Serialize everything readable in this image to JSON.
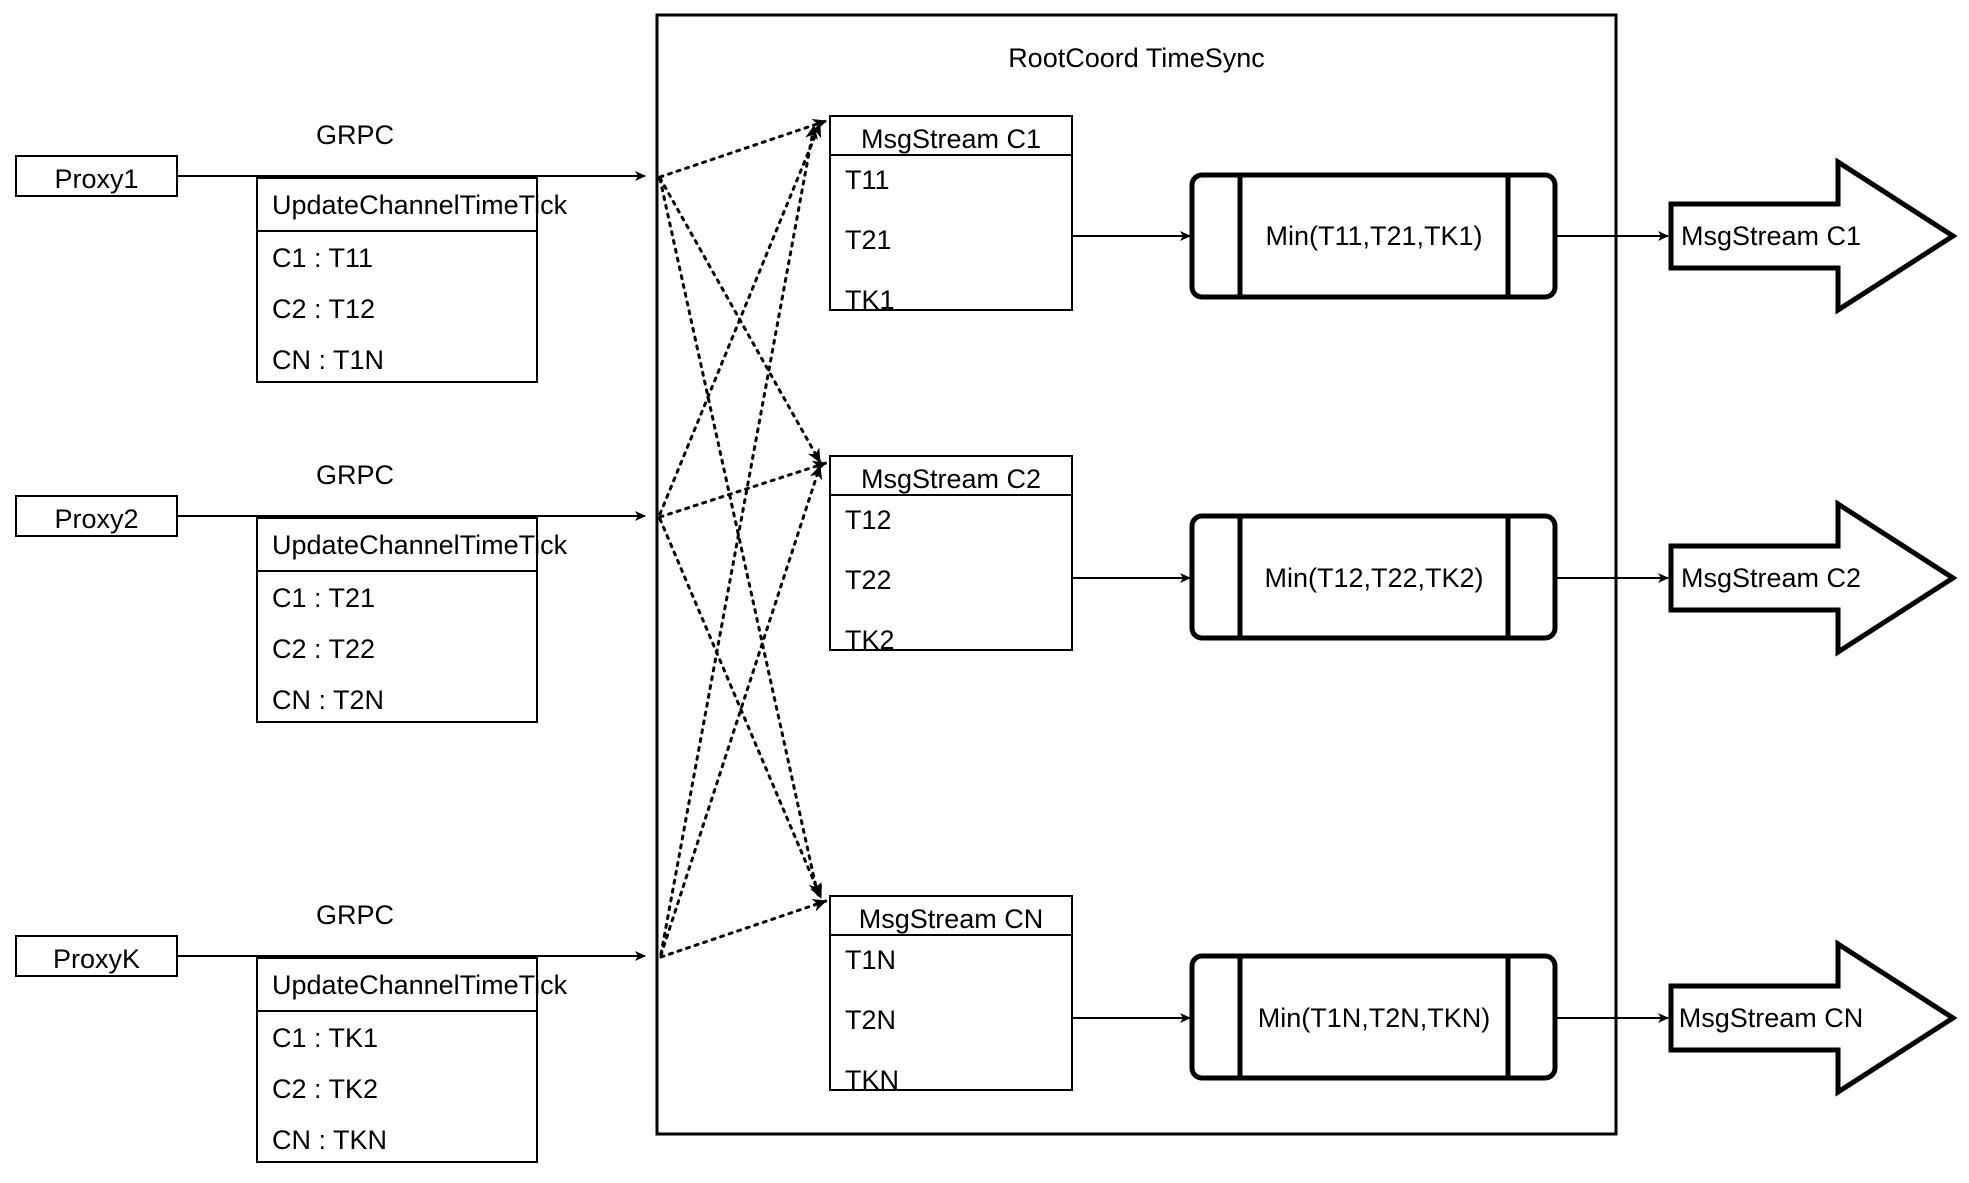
{
  "diagram": {
    "container": {
      "title": "RootCoord TimeSync"
    },
    "edge_labels": {
      "grpc": "GRPC"
    },
    "proxies": [
      {
        "name": "Proxy1",
        "link_label": "GRPC",
        "request": {
          "header": "UpdateChannelTimeTick",
          "rows": [
            "C1 :  T11",
            "C2 :  T12",
            "CN : T1N"
          ]
        }
      },
      {
        "name": "Proxy2",
        "link_label": "GRPC",
        "request": {
          "header": "UpdateChannelTimeTick",
          "rows": [
            "C1 :  T21",
            "C2 :  T22",
            "CN : T2N"
          ]
        }
      },
      {
        "name": "ProxyK",
        "link_label": "GRPC",
        "request": {
          "header": "UpdateChannelTimeTick",
          "rows": [
            "C1 :  TK1",
            "C2 :  TK2",
            "CN : TKN"
          ]
        }
      }
    ],
    "channels": [
      {
        "stream": {
          "header": "MsgStream C1",
          "rows": [
            "T11",
            "T21",
            "TK1"
          ]
        },
        "min": "Min(T11,T21,TK1)",
        "output": "MsgStream C1"
      },
      {
        "stream": {
          "header": "MsgStream C2",
          "rows": [
            "T12",
            "T22",
            "TK2"
          ]
        },
        "min": "Min(T12,T22,TK2)",
        "output": "MsgStream C2"
      },
      {
        "stream": {
          "header": "MsgStream CN",
          "rows": [
            "T1N",
            "T2N",
            "TKN"
          ]
        },
        "min": "Min(T1N,T2N,TKN)",
        "output": "MsgStream CN"
      }
    ],
    "colors": {
      "stroke": "#000000",
      "fill": "#ffffff",
      "background": "#ffffff"
    }
  }
}
